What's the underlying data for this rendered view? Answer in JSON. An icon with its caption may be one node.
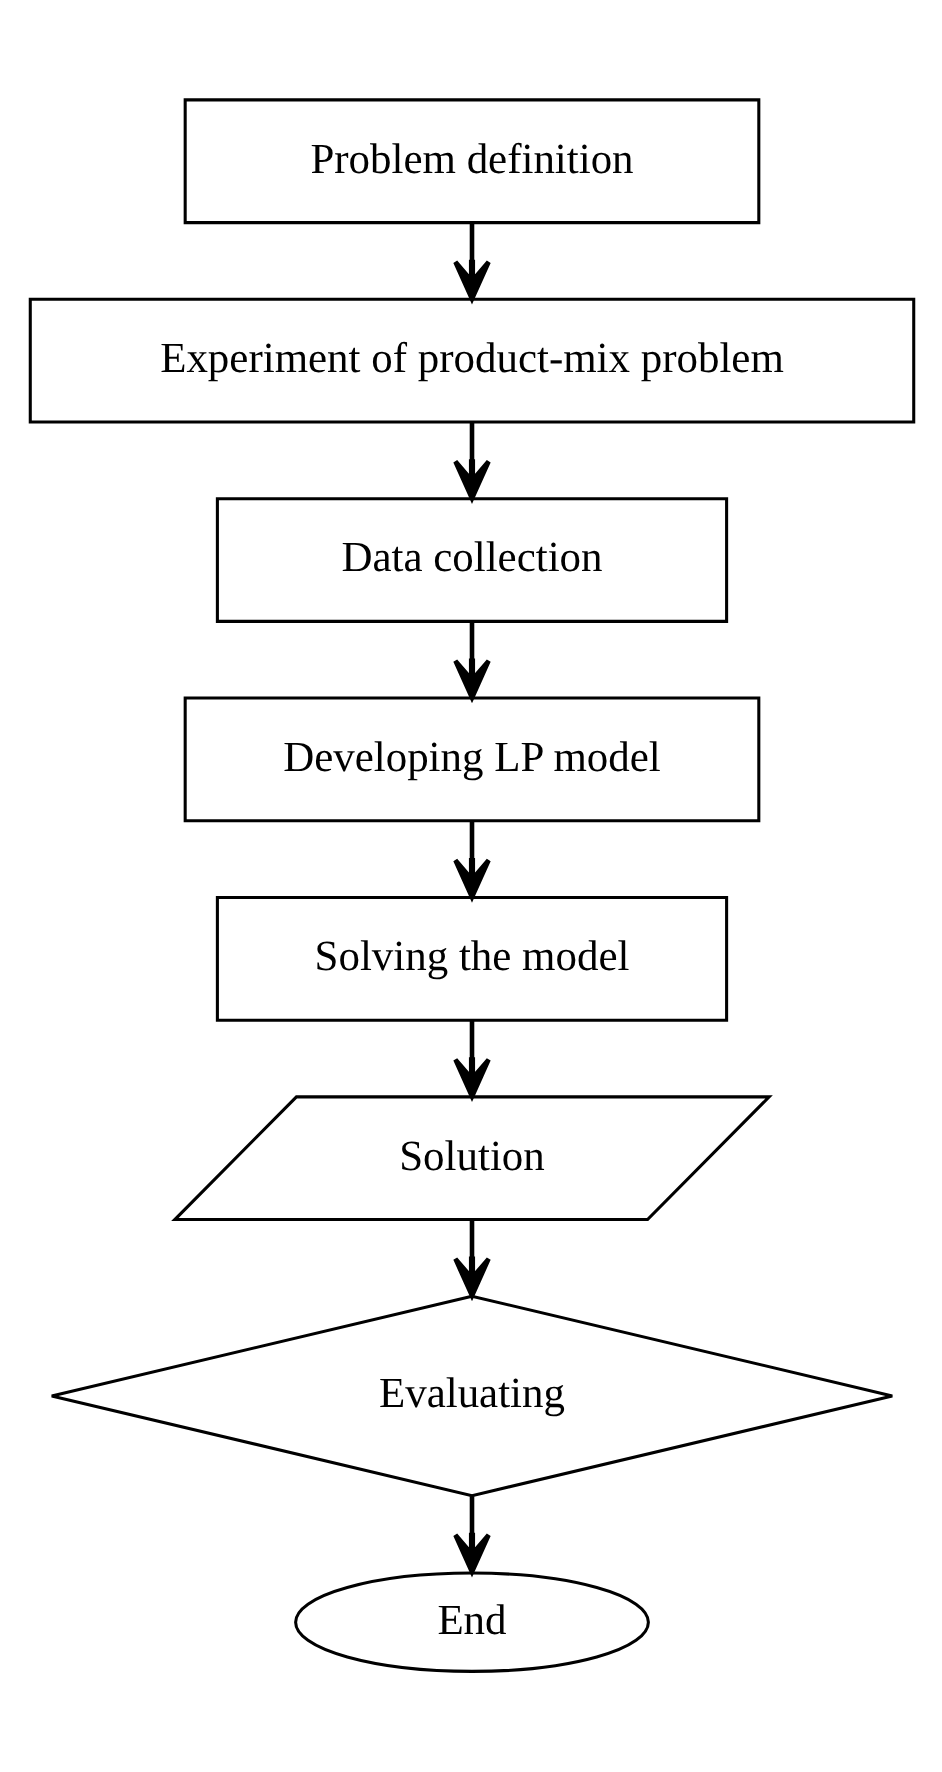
{
  "diagram": {
    "nodes": [
      {
        "text": [
          "Problem definition"
        ]
      },
      {
        "text": [
          "Experiment of product-mix problem"
        ]
      },
      {
        "text": [
          "Data collection"
        ]
      },
      {
        "text": [
          "Developing LP model"
        ]
      },
      {
        "text": [
          "Solving the model"
        ]
      },
      {
        "text": [
          "Solution"
        ]
      },
      {
        "text": [
          "Evaluating"
        ]
      },
      {
        "text": [
          "End"
        ]
      }
    ],
    "edges": [
      {
        "from": 0,
        "to": 1,
        "arrow": "to"
      },
      {
        "from": 1,
        "to": 2,
        "arrow": "to"
      },
      {
        "from": 2,
        "to": 3,
        "arrow": "to"
      },
      {
        "from": 3,
        "to": 4,
        "arrow": "to"
      },
      {
        "from": 4,
        "to": 5,
        "arrow": "to"
      },
      {
        "from": 5,
        "to": 6,
        "arrow": "to"
      },
      {
        "from": 6,
        "to": 7,
        "arrow": "to"
      }
    ]
  }
}
